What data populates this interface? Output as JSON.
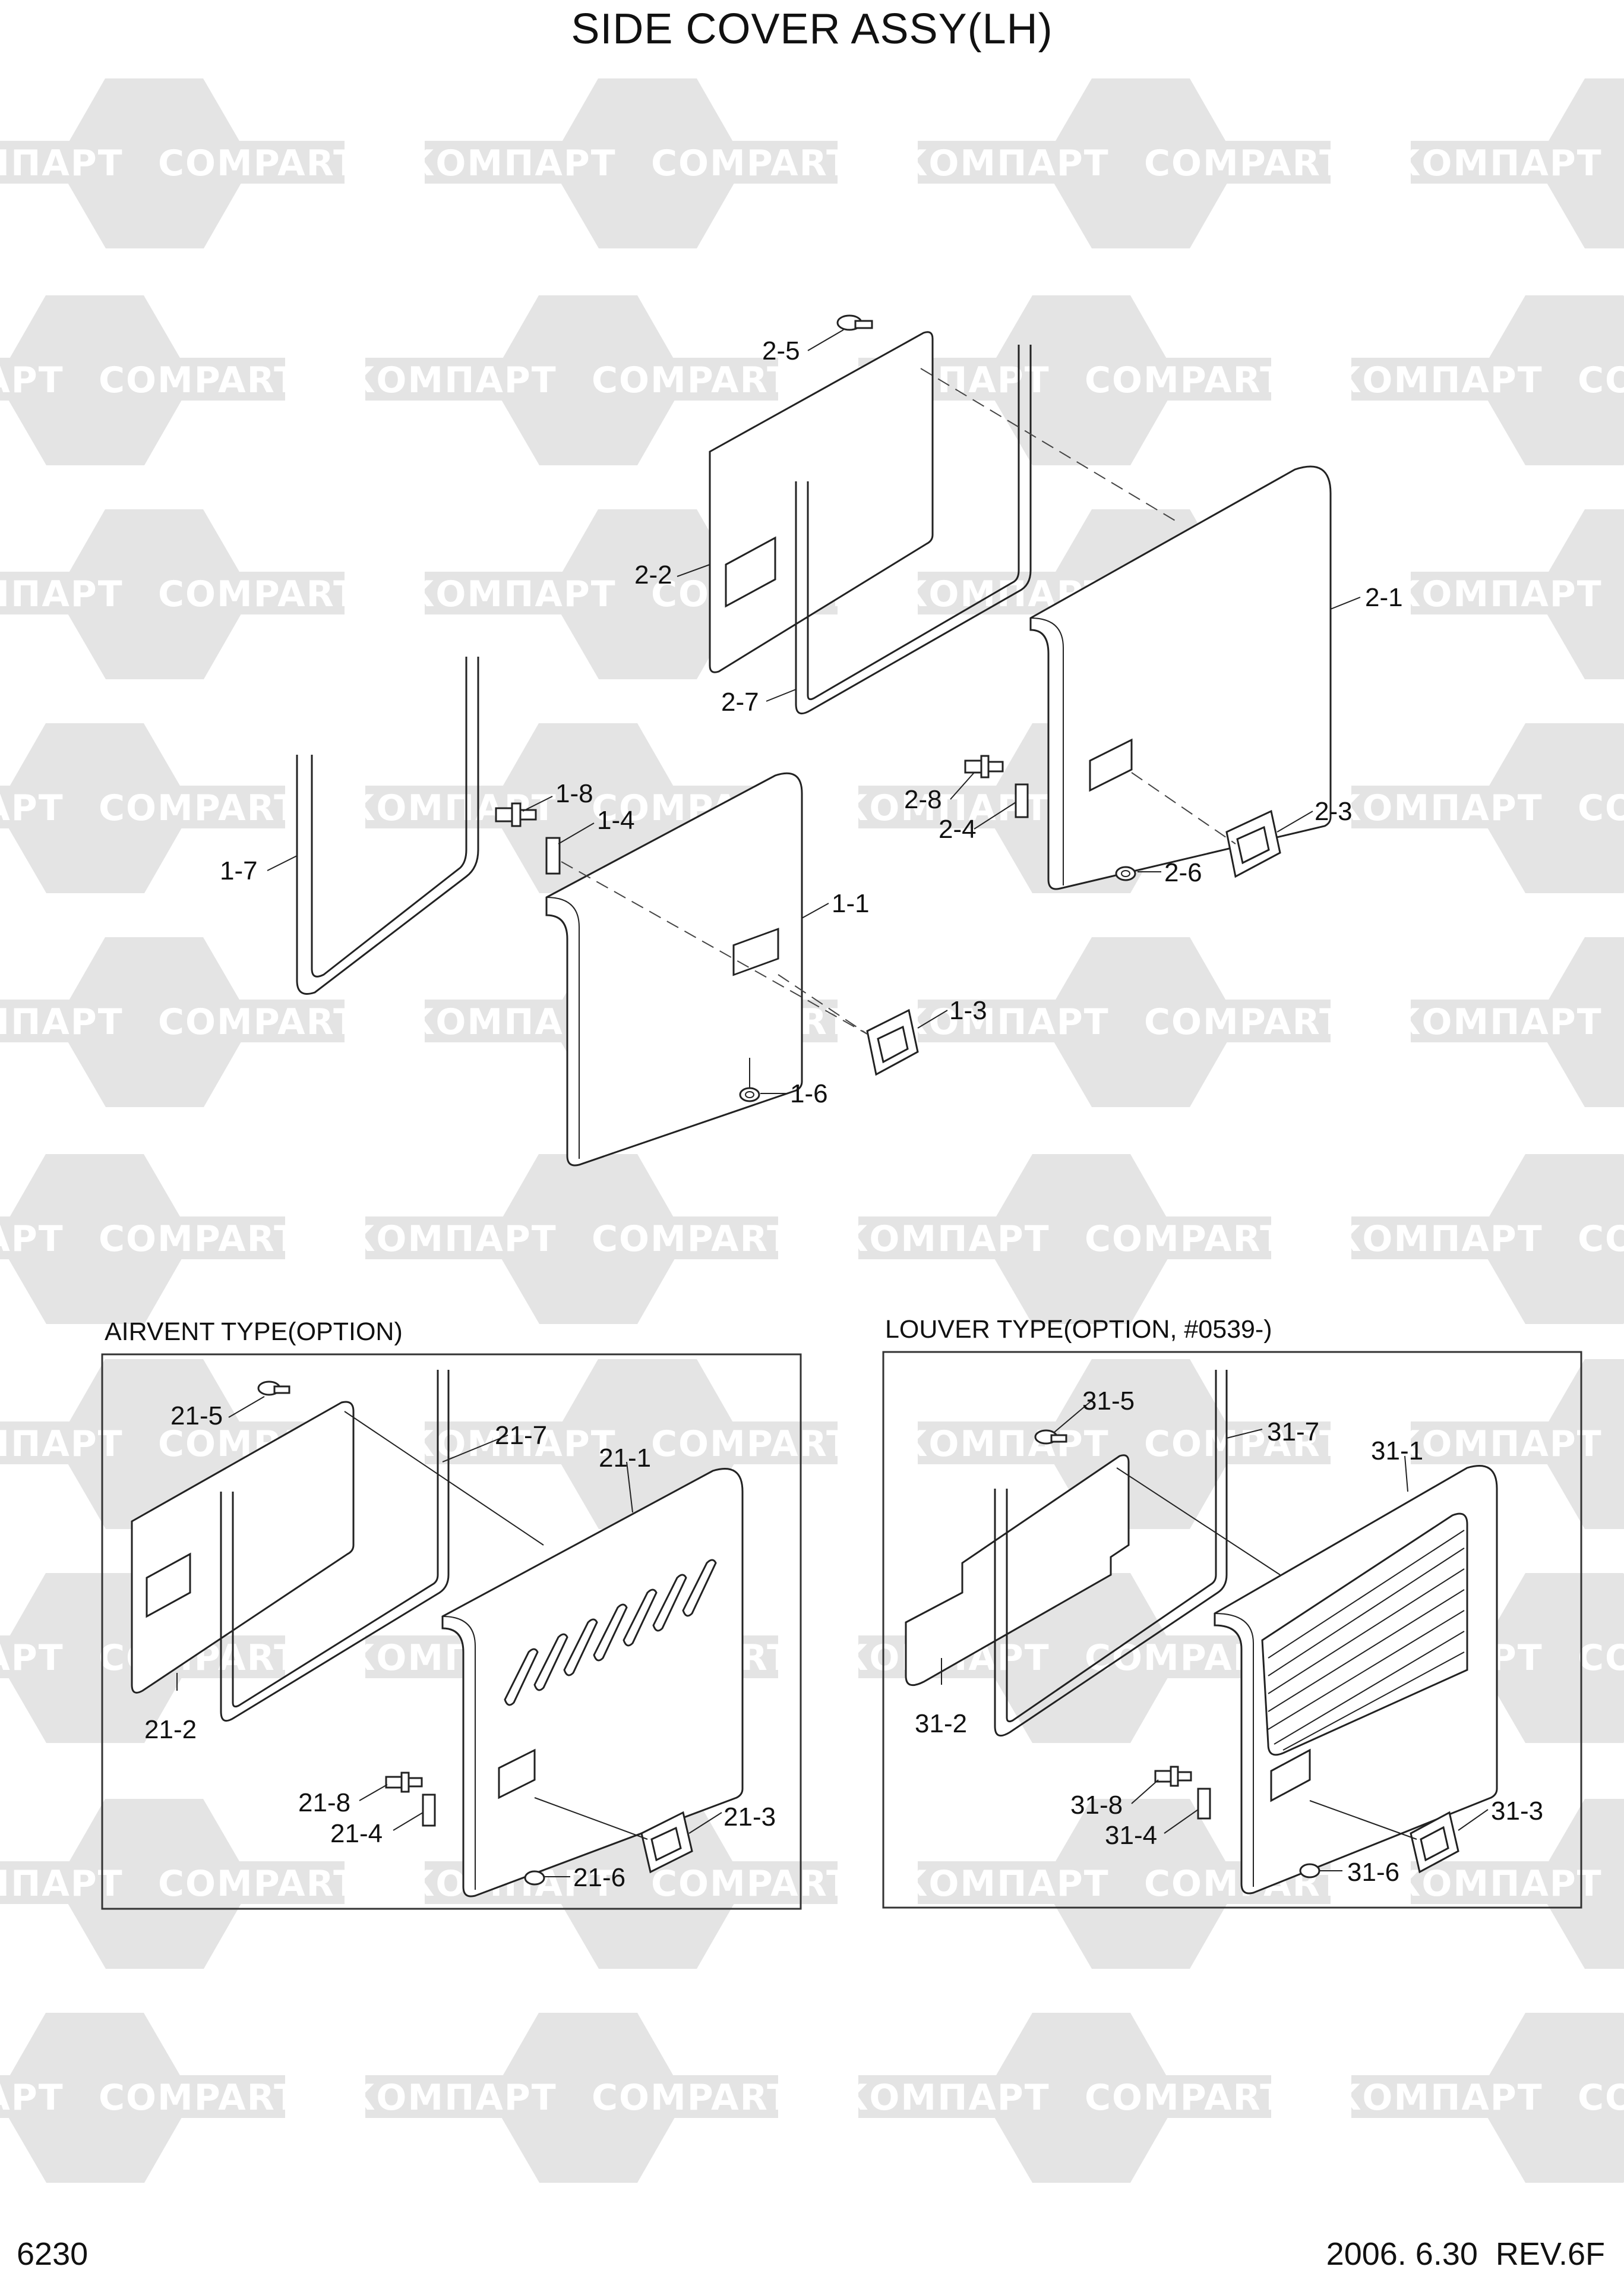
{
  "title": "SIDE COVER ASSY(LH)",
  "footer": {
    "page_number": "6230",
    "revision": "2006. 6.30  REV.6F"
  },
  "watermark": {
    "text_ru": "КОМПАРТ",
    "text_en": "COMPART"
  },
  "sections": {
    "airvent_title": "AIRVENT TYPE(OPTION)",
    "louver_title": "LOUVER TYPE(OPTION, #0539-)"
  },
  "labels": {
    "main": [
      "2-5",
      "2-2",
      "2-7",
      "2-1",
      "2-8",
      "2-4",
      "2-3",
      "2-6",
      "1-8",
      "1-4",
      "1-7",
      "1-1",
      "1-3",
      "1-6"
    ],
    "airvent": [
      "21-5",
      "21-7",
      "21-1",
      "21-2",
      "21-8",
      "21-4",
      "21-3",
      "21-6"
    ],
    "louver": [
      "31-5",
      "31-7",
      "31-1",
      "31-2",
      "31-8",
      "31-4",
      "31-3",
      "31-6"
    ]
  },
  "colors": {
    "watermark_fill": "#e4e4e4",
    "line": "#222222",
    "background": "#ffffff"
  }
}
